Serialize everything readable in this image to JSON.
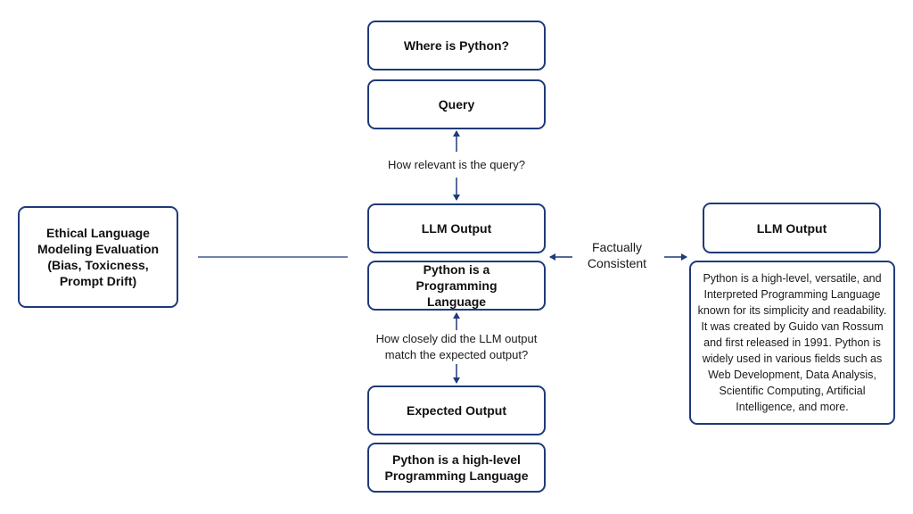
{
  "boxes": {
    "where_python": "Where is Python?",
    "query": "Query",
    "llm_output_center": "LLM Output",
    "python_prog_lang": "Python is a Programming Language",
    "expected_output": "Expected Output",
    "python_high_level": "Python is a high-level Programming Language",
    "ethical_eval": "Ethical Language Modeling Evaluation (Bias, Toxicness, Prompt Drift)",
    "llm_output_right": "LLM Output",
    "llm_output_paragraph": "Python is a high-level, versatile, and Interpreted Programming Language known for its simplicity and readability. It was created by Guido van Rossum and first released in 1991. Python is widely used in various fields such as Web Development, Data Analysis, Scientific Computing, Artificial Intelligence, and more."
  },
  "labels": {
    "query_relevance": "How relevant is the query?",
    "output_match": "How closely did the LLM output match the expected output?",
    "factually_consistent": "Factually Consistent"
  },
  "colors": {
    "border": "#1f3a7a",
    "arrow": "#1f3a7a"
  }
}
